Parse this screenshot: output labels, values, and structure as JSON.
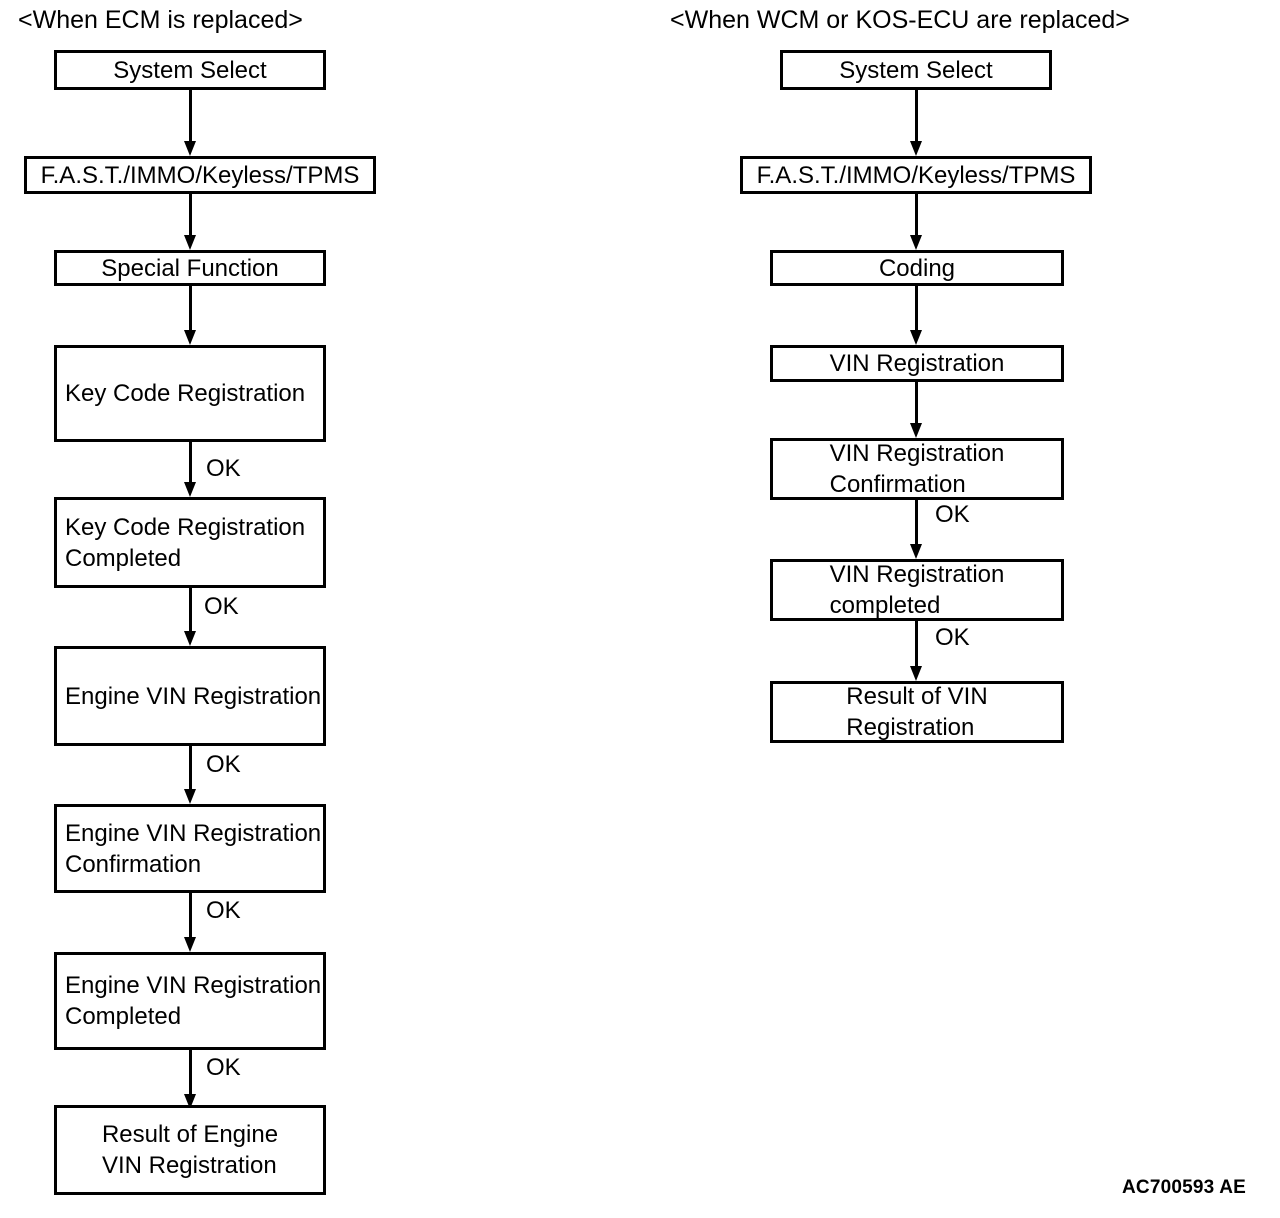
{
  "diagram": {
    "reference_code": "AC700593 AE",
    "columns": [
      {
        "id": "ecm",
        "title": "<When ECM is replaced>",
        "nodes": [
          {
            "id": "ecm-system-select",
            "label": "System Select"
          },
          {
            "id": "ecm-fast-immo",
            "label": "F.A.S.T./IMMO/Keyless/TPMS"
          },
          {
            "id": "ecm-special-function",
            "label": "Special Function"
          },
          {
            "id": "ecm-key-code-registration",
            "label": "Key Code Registration"
          },
          {
            "id": "ecm-key-code-registration-completed",
            "label": "Key Code Registration\nCompleted"
          },
          {
            "id": "ecm-engine-vin-registration",
            "label": "Engine VIN Registration"
          },
          {
            "id": "ecm-engine-vin-registration-confirmation",
            "label": "Engine VIN Registration\nConfirmation"
          },
          {
            "id": "ecm-engine-vin-registration-completed",
            "label": "Engine VIN Registration\nCompleted"
          },
          {
            "id": "ecm-result-of-engine-vin-registration",
            "label": "Result of Engine\nVIN Registration"
          }
        ],
        "edge_labels": [
          "",
          "",
          "",
          "OK",
          "OK",
          "OK",
          "OK",
          "OK"
        ]
      },
      {
        "id": "wcm-kos",
        "title": "<When WCM or KOS-ECU are replaced>",
        "nodes": [
          {
            "id": "wcm-system-select",
            "label": "System Select"
          },
          {
            "id": "wcm-fast-immo",
            "label": "F.A.S.T./IMMO/Keyless/TPMS"
          },
          {
            "id": "wcm-coding",
            "label": "Coding"
          },
          {
            "id": "wcm-vin-registration",
            "label": "VIN Registration"
          },
          {
            "id": "wcm-vin-registration-confirmation",
            "label": "VIN Registration\nConfirmation"
          },
          {
            "id": "wcm-vin-registration-completed",
            "label": "VIN Registration\ncompleted"
          },
          {
            "id": "wcm-result-of-vin-registration",
            "label": "Result of VIN\nRegistration"
          }
        ],
        "edge_labels": [
          "",
          "",
          "",
          "OK",
          "OK",
          "OK"
        ]
      }
    ]
  }
}
